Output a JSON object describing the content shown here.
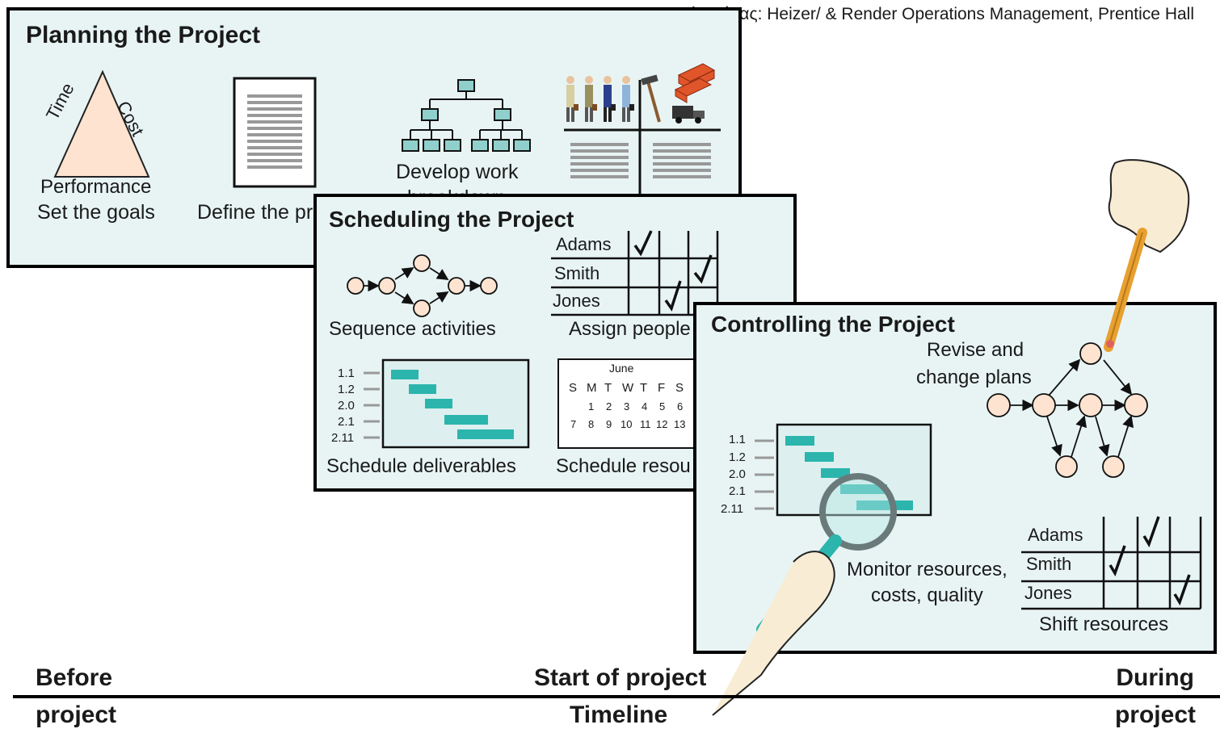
{
  "source": "Πηγή εικόνας: Heizer/ & Render Operations Management, Prentice Hall",
  "planning": {
    "title": "Planning the Project",
    "triangle": {
      "left": "Time",
      "right": "Cost",
      "bottom": "Performance"
    },
    "set_goals": "Set the goals",
    "define": "Define the pr",
    "wbs": "Develop work",
    "wbs2": "breakdown"
  },
  "scheduling": {
    "title": "Scheduling the Project",
    "sequence": "Sequence activities",
    "assign": "Assign people",
    "names": [
      "Adams",
      "Smith",
      "Jones"
    ],
    "deliverables": "Schedule deliverables",
    "resources": "Schedule resou",
    "gantt_labels": [
      "1.1",
      "1.2",
      "2.0",
      "2.1",
      "2.11"
    ],
    "calendar": {
      "month": "June",
      "days": [
        "S",
        "M",
        "T",
        "W",
        "T",
        "F",
        "S"
      ],
      "row1": [
        "",
        "1",
        "2",
        "3",
        "4",
        "5",
        "6"
      ],
      "row2": [
        "7",
        "8",
        "9",
        "10",
        "11",
        "12",
        "13"
      ]
    }
  },
  "controlling": {
    "title": "Controlling the Project",
    "revise1": "Revise and",
    "revise2": "change plans",
    "monitor1": "Monitor resources,",
    "monitor2": "costs, quality",
    "names": [
      "Adams",
      "Smith",
      "Jones"
    ],
    "shift": "Shift resources",
    "gantt_labels": [
      "1.1",
      "1.2",
      "2.0",
      "2.1",
      "2.11"
    ]
  },
  "timeline": {
    "before1": "Before",
    "before2": "project",
    "start": "Start of project",
    "label": "Timeline",
    "during1": "During",
    "during2": "project"
  },
  "colors": {
    "card_bg": "#e8f4f4",
    "node": "#fde3d0",
    "bar": "#2bb5ad",
    "triangle": "#fde3d0"
  }
}
